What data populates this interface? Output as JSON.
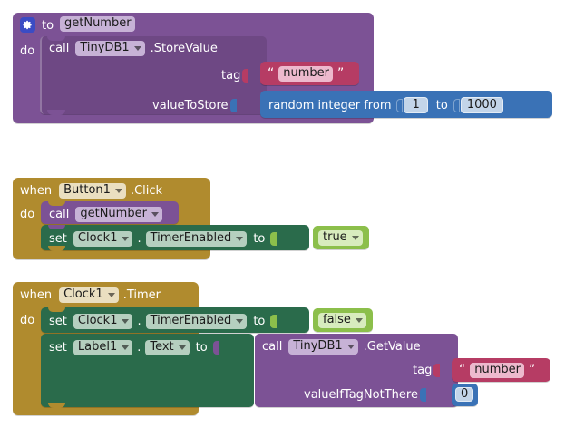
{
  "workspace": {
    "background_color": "#ffffff",
    "palette": {
      "procedure_purple": "#7c5295",
      "event_gold": "#b08b2e",
      "setter_green": "#2a6b4b",
      "logic_light_green": "#8cbf4b",
      "text_crimson": "#b63c64",
      "math_blue": "#3a72b6",
      "mutator_icon_blue": "#3b4cc4"
    }
  },
  "blocks": {
    "procedure": {
      "icon_name": "gear-icon",
      "to_label": "to",
      "name_field": "getNumber",
      "do_label": "do",
      "body": {
        "call_label": "call",
        "component_field": "TinyDB1",
        "method_label": ".StoreValue",
        "args": [
          {
            "name": "tag",
            "value_type": "text",
            "quote_open": "“",
            "quote_close": "”",
            "text_value": "number"
          },
          {
            "name": "valueToStore",
            "value_type": "math",
            "math_label_1": "random integer from",
            "math_min": "1",
            "math_label_2": "to",
            "math_max": "1000"
          }
        ]
      }
    },
    "event_button_click": {
      "when_label": "when",
      "component_field": "Button1",
      "event_label": ".Click",
      "do_label": "do",
      "statements": [
        {
          "kind": "call",
          "call_label": "call",
          "procedure_field": "getNumber"
        },
        {
          "kind": "set",
          "set_label": "set",
          "component_field": "Clock1",
          "dot": ".",
          "property_field": "TimerEnabled",
          "to_label": "to",
          "value_field": "true"
        }
      ]
    },
    "event_clock_timer": {
      "when_label": "when",
      "component_field": "Clock1",
      "event_label": ".Timer",
      "do_label": "do",
      "statements": [
        {
          "kind": "set",
          "set_label": "set",
          "component_field": "Clock1",
          "dot": ".",
          "property_field": "TimerEnabled",
          "to_label": "to",
          "value_field": "false"
        },
        {
          "kind": "set-call",
          "set_label": "set",
          "component_field": "Label1",
          "dot": ".",
          "property_field": "Text",
          "to_label": "to",
          "call": {
            "call_label": "call",
            "component_field": "TinyDB1",
            "method_label": ".GetValue",
            "args": [
              {
                "name": "tag",
                "value_type": "text",
                "quote_open": "“",
                "quote_close": "”",
                "text_value": "number"
              },
              {
                "name": "valueIfTagNotThere",
                "value_type": "math",
                "number_value": "0"
              }
            ]
          }
        }
      ]
    }
  }
}
